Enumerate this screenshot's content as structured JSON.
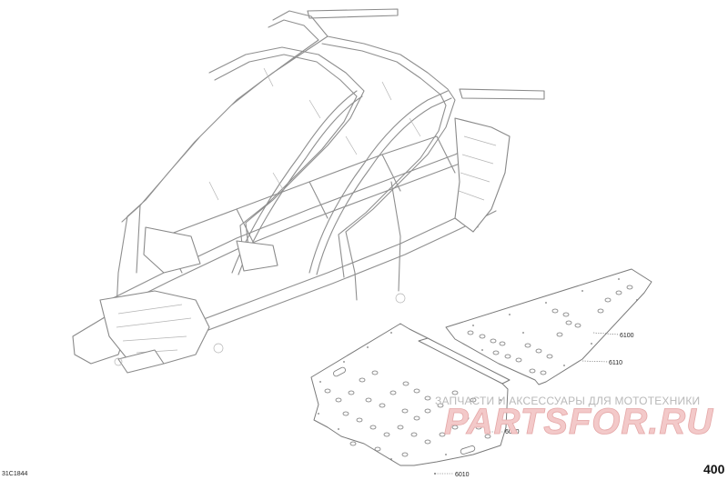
{
  "drawing": {
    "reference_code": "31C1844",
    "page_number": "400"
  },
  "callouts": [
    {
      "id": "6100",
      "label": "6100"
    },
    {
      "id": "6110",
      "label": "6110"
    },
    {
      "id": "6000",
      "label": "6000"
    },
    {
      "id": "6010",
      "label": "6010"
    }
  ],
  "watermark": {
    "subtitle": "ЗАПЧАСТИ И АКСЕССУАРЫ ДЛЯ МОТОТЕХНИКИ",
    "logo_text": "PARTSFOR.RU",
    "color": "#e8a0a0"
  }
}
